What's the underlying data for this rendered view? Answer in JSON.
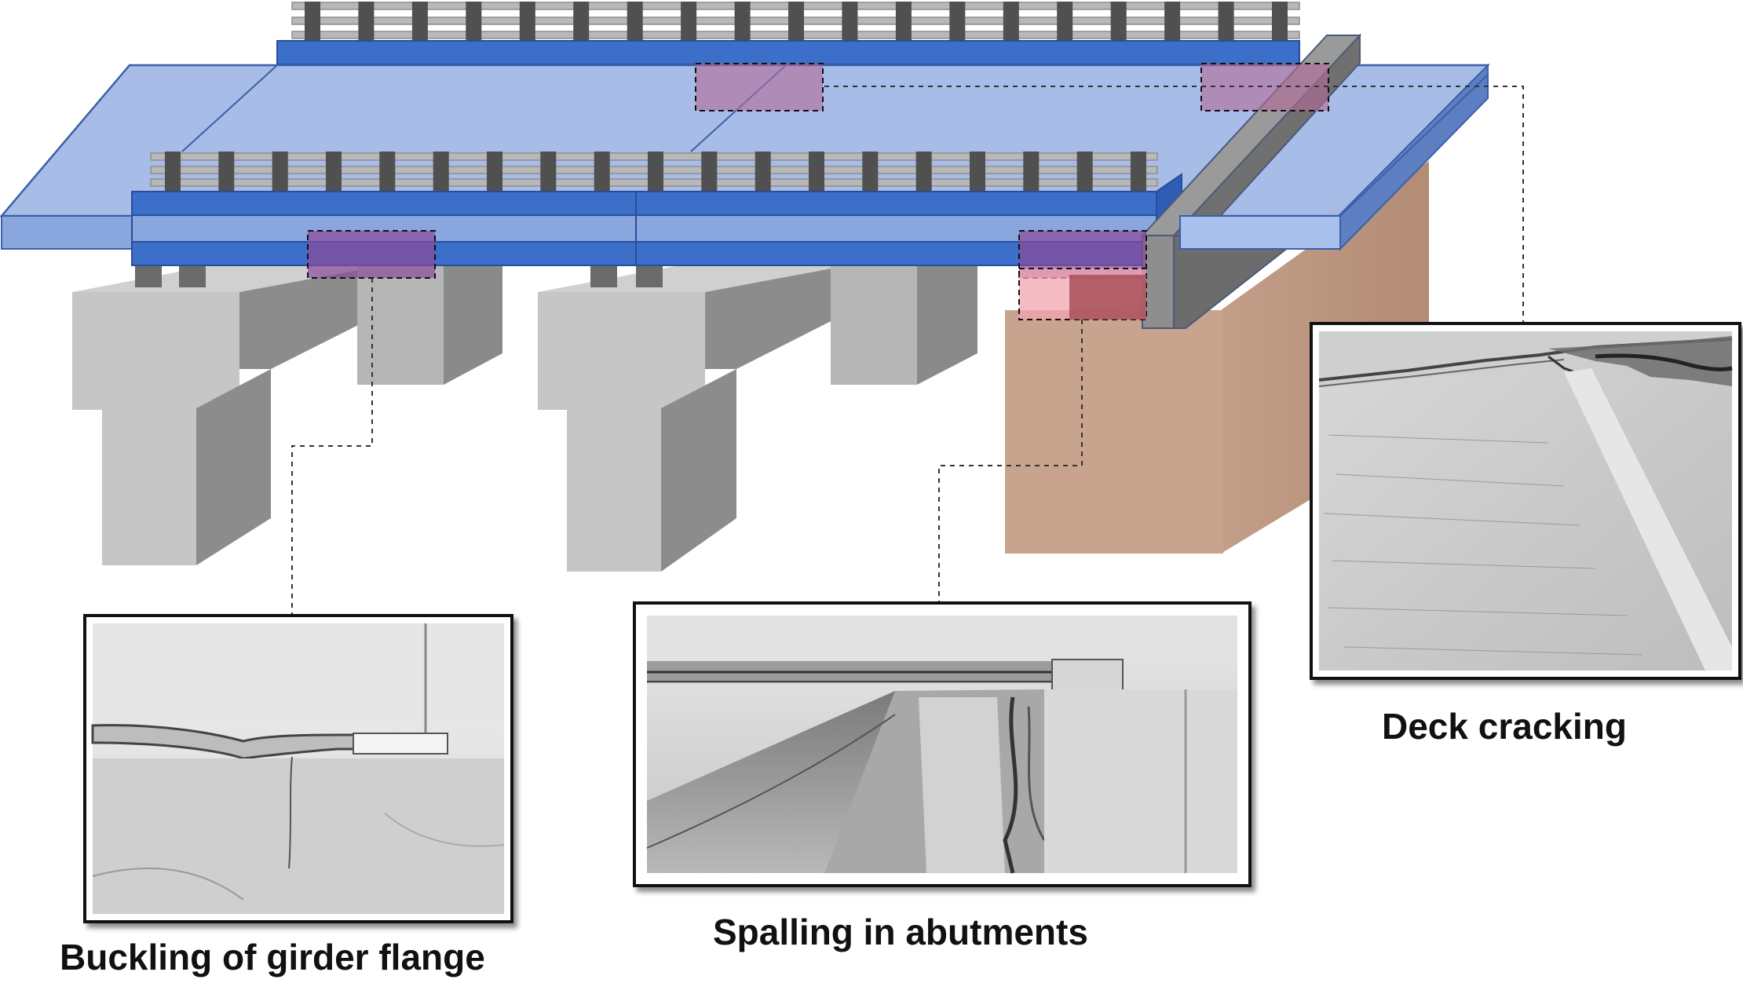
{
  "labels": {
    "buckling": "Buckling of girder flange",
    "spalling": "Spalling in abutments",
    "deck": "Deck cracking"
  },
  "colors": {
    "deck_fill": "#a3b9e6",
    "deck_edge": "#3b5fa8",
    "girder": "#3c6fc9",
    "railing_post": "#505050",
    "railing_rail": "#b8b8b8",
    "pier_light": "#c8c8c8",
    "pier_mid": "#b0b0b0",
    "pier_dark": "#8c8c8c",
    "abutment_front": "#c8a48e",
    "abutment_side": "#b8937c",
    "damage_highlight": "#b46a9a"
  }
}
